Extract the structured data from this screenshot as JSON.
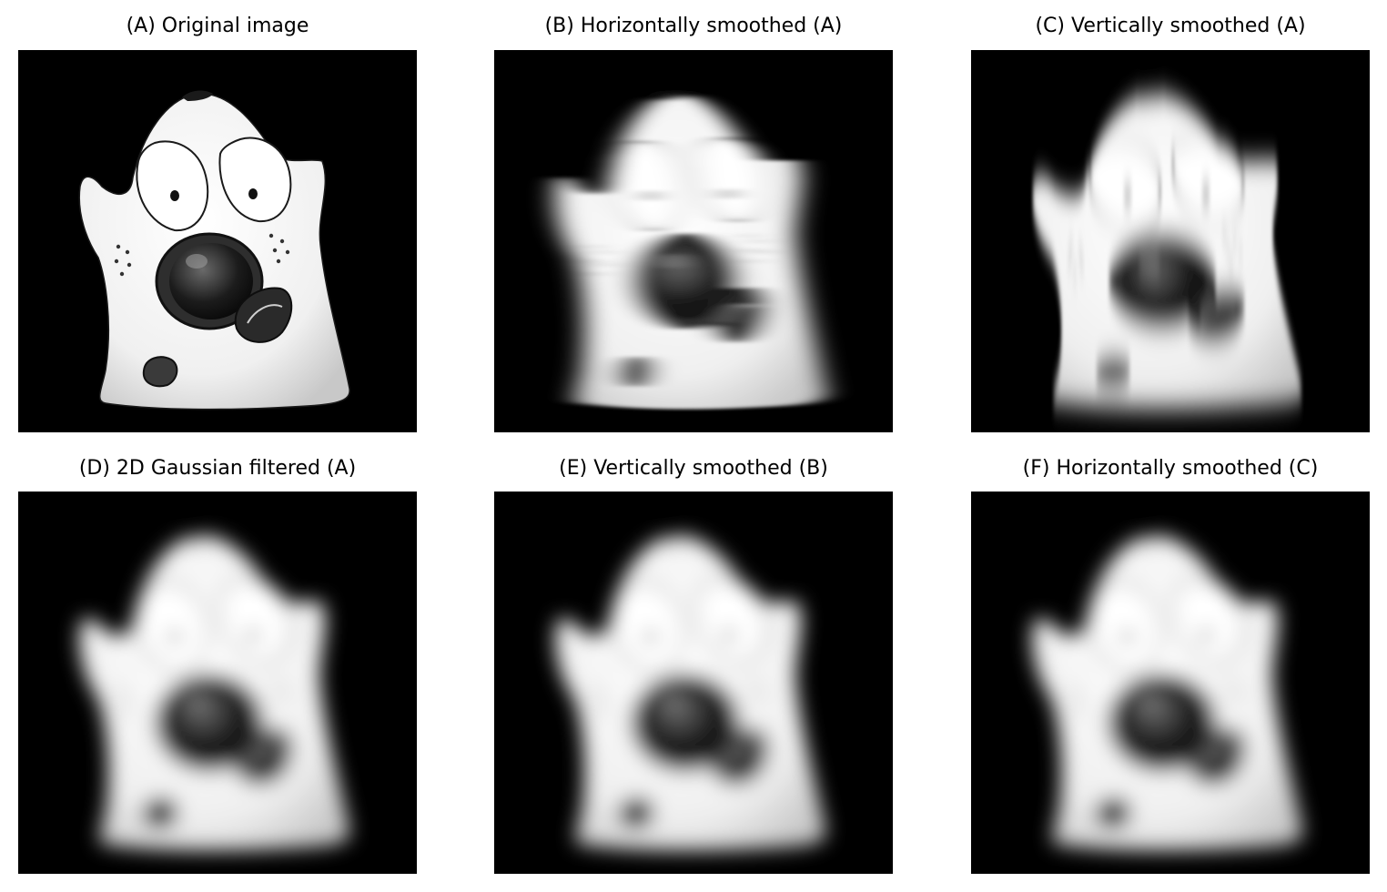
{
  "panels": [
    {
      "id": "A",
      "title": "(A) Original image"
    },
    {
      "id": "B",
      "title": "(B) Horizontally smoothed (A)"
    },
    {
      "id": "C",
      "title": "(C) Vertically smoothed (A)"
    },
    {
      "id": "D",
      "title": "(D) 2D Gaussian filtered (A)"
    },
    {
      "id": "E",
      "title": "(E) Vertically smoothed (B)"
    },
    {
      "id": "F",
      "title": "(F) Horizontally smoothed (C)"
    }
  ],
  "colors": {
    "background": "#000000",
    "cell": "#f2f2f2",
    "outline": "#1a1a1a"
  }
}
